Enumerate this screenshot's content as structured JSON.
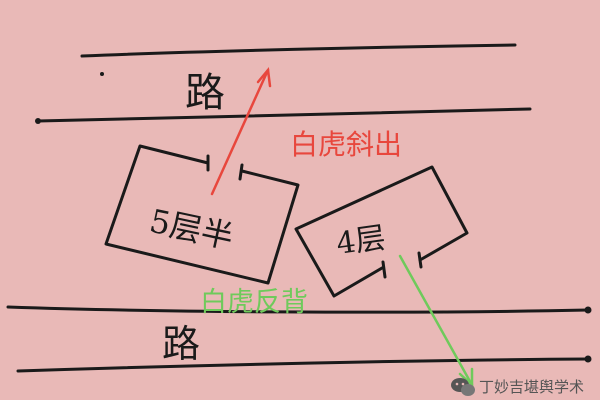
{
  "labels": {
    "road_top": "路",
    "road_bottom": "路",
    "building_5": "5层半",
    "building_4": "4层",
    "red_caption": "白虎斜出",
    "green_caption": "白虎反背",
    "watermark": "丁妙吉堪舆学术"
  },
  "colors": {
    "background": "#e9b9b7",
    "ink": "#1a1a1a",
    "red_arrow": "#e8473d",
    "green_arrow": "#6fca5b"
  },
  "icons": {
    "watermark_icon": "wechat-icon"
  }
}
